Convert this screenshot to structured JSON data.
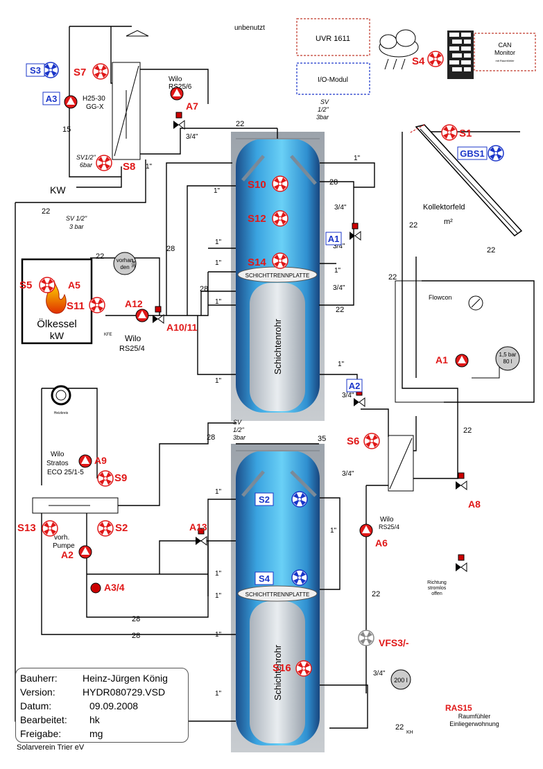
{
  "diagram": {
    "top_note": "unbenutzt",
    "controller_box": "UVR 1611",
    "io_box": "I/O-Modul",
    "can_monitor": "CAN",
    "can_monitor_2": "Monitor",
    "can_monitor_sub": "mit Raumfühler",
    "collector_field": "Kollektorfeld",
    "collector_unit": "m²",
    "flowcon": "Flowcon",
    "expansion_vessel": "1,5 bar",
    "expansion_vessel_2": "80 l",
    "vessel_200": "200 l",
    "heat_exchanger_top": "H25-30",
    "heat_exchanger_top_2": "GG-X",
    "kw": "KW",
    "oil_boiler": "Ölkessel",
    "oil_boiler_2": "kW",
    "existing_tank": "vorhan",
    "existing_tank_2": "den",
    "separator_plate": "SCHICHTTRENNPLATTE",
    "stratification_tube": "Schichtenrohr",
    "heating_circuit": "Heizkreis",
    "existing_pump": "vorh.",
    "existing_pump_2": "Pumpe",
    "direction_note": "Richtung",
    "direction_note_2": "stromlos",
    "direction_note_3": "offen",
    "ras15": "RAS15",
    "ras15_sub": "Raumfühler",
    "ras15_sub_2": "Einliegerwohnung",
    "pumps": {
      "wilo_rs25_6": "Wilo",
      "wilo_rs25_6_2": "RS25/6",
      "wilo_rs25_4_boiler": "Wilo",
      "wilo_rs25_4_boiler_2": "RS25/4",
      "wilo_rs25_4_solar": "Wilo",
      "wilo_rs25_4_solar_2": "RS25/4",
      "wilo_stratos": "Wilo",
      "wilo_stratos_2": "Stratos",
      "wilo_stratos_3": "ECO 25/1-5"
    },
    "safety_valves": {
      "sv_top": "SV",
      "sv_top_2": "1/2\"",
      "sv_top_3": "3bar",
      "sv_left": "SV 1/2\"",
      "sv_left_2": "3 bar",
      "sv_mid": "SV",
      "sv_mid_2": "1/2\"",
      "sv_mid_3": "3bar",
      "sv_hx": "SV1/2\"",
      "sv_hx_2": "6bar"
    },
    "sensors_red": {
      "S1": "S1",
      "S4": "S4",
      "S5": "S5",
      "S6": "S6",
      "S7": "S7",
      "S8": "S8",
      "S9": "S9",
      "S10": "S10",
      "S11": "S11",
      "S12": "S12",
      "S13": "S13",
      "S14": "S14",
      "S16": "S16",
      "S2b": "S2"
    },
    "sensors_blue": {
      "S3": "S3",
      "GBS1": "GBS1",
      "S2": "S2",
      "S4": "S4"
    },
    "actuators_red": {
      "A1": "A1",
      "A2": "A2",
      "A3_4": "A3/4",
      "A5": "A5",
      "A6": "A6",
      "A7": "A7",
      "A8": "A8",
      "A9": "A9",
      "A10_11": "A10/11",
      "A12": "A12",
      "A13": "A13"
    },
    "actuators_blue": {
      "A1": "A1",
      "A2": "A2",
      "A3": "A3"
    },
    "vfs": "VFS3/-",
    "pipe_sizes": {
      "p22_a": "22",
      "p22_b": "22",
      "p22_c": "22",
      "p22_d": "22",
      "p22_e": "22",
      "p22_f": "22",
      "p22_g": "22",
      "p22_h": "22",
      "p22_i": "22",
      "p22_j": "22",
      "p28_a": "28",
      "p28_b": "28",
      "p28_c": "28",
      "p28_d": "28",
      "p28_e": "28",
      "p28_f": "28",
      "p35": "35",
      "p15": "15",
      "d1in_a": "1\"",
      "d1in_b": "1\"",
      "d1in_c": "1\"",
      "d1in_d": "1\"",
      "d1in_e": "1\"",
      "d1in_f": "1\"",
      "d1in_g": "1\"",
      "d1in_h": "1\"",
      "d1in_i": "1\"",
      "d1in_j": "1\"",
      "d1in_k": "1\"",
      "d1in_l": "1\"",
      "d1in_m": "1\"",
      "d1in_n": "1\"",
      "d1in_o": "1\"",
      "d34_a": "3/4\"",
      "d34_b": "3/4\"",
      "d34_c": "3/4\"",
      "d34_d": "3/4\"",
      "d34_e": "3/4\"",
      "d34_f": "3/4\"",
      "d34_g": "3/4\"",
      "d34_h": "3/4\"",
      "kfe": "KFE",
      "kh": "KH"
    }
  },
  "info_box": {
    "owner_label": "Bauherr:",
    "owner": "Heinz-Jürgen König",
    "version_label": "Version:",
    "version": "HYDR080729.VSD",
    "date_label": "Datum:",
    "date": "09.09.2008",
    "edited_label": "Bearbeitet:",
    "edited": "hk",
    "release_label": "Freigabe:",
    "release": "mg"
  },
  "footer": "Solarverein Trier eV"
}
